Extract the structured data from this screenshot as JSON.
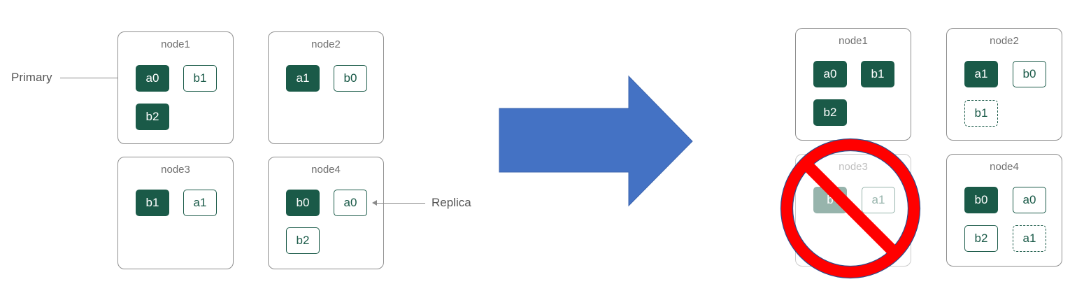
{
  "colors": {
    "primary_fill": "#1a5a48",
    "arrow_fill": "#4472c4",
    "prohibit_red": "#ff0000"
  },
  "labels": {
    "primary": "Primary",
    "replica": "Replica"
  },
  "before": {
    "node1": {
      "title": "node1",
      "shards": [
        "a0",
        "b1",
        "b2"
      ]
    },
    "node2": {
      "title": "node2",
      "shards": [
        "a1",
        "b0"
      ]
    },
    "node3": {
      "title": "node3",
      "shards": [
        "b1",
        "a1"
      ]
    },
    "node4": {
      "title": "node4",
      "shards": [
        "b0",
        "a0",
        "b2"
      ]
    }
  },
  "after": {
    "node1": {
      "title": "node1",
      "shards": [
        "a0",
        "b1",
        "b2"
      ]
    },
    "node2": {
      "title": "node2",
      "shards": [
        "a1",
        "b0",
        "b1"
      ]
    },
    "node3": {
      "title": "node3",
      "shards": [
        "b",
        "a1"
      ],
      "status": "failed"
    },
    "node4": {
      "title": "node4",
      "shards": [
        "b0",
        "a0",
        "b2",
        "a1"
      ]
    }
  },
  "icons": {
    "transition": "right-arrow-icon",
    "failure": "prohibited-icon"
  }
}
